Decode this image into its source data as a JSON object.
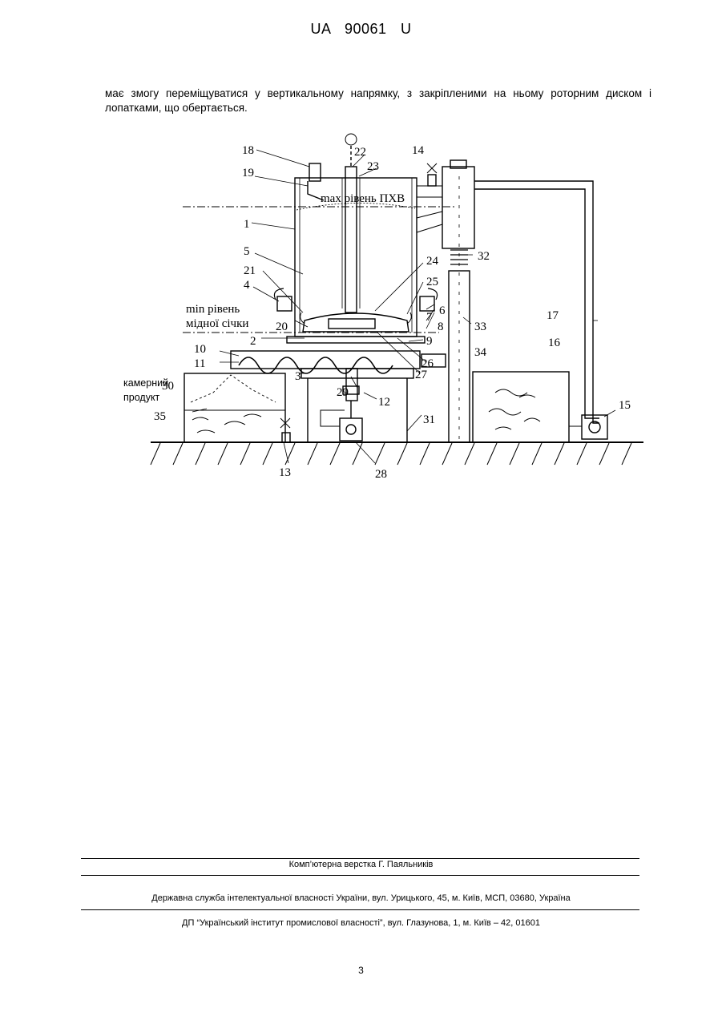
{
  "header": {
    "doc_number": "UA   90061   U"
  },
  "body_text": "має змогу переміщуватися у вертикальному напрямку, з закріпленими на ньому роторним диском і лопатками, що обертається.",
  "figure": {
    "max_level_label": "max рівень ПХВ",
    "min_level_line1": "min рівень",
    "min_level_line2": "мідної січки",
    "chamber_product_line1": "камерний",
    "chamber_product_line2": "продукт",
    "callouts": {
      "n1": "1",
      "n2": "2",
      "n3": "3",
      "n4": "4",
      "n5": "5",
      "n6": "6",
      "n7": "7",
      "n8": "8",
      "n9": "9",
      "n10": "10",
      "n11": "11",
      "n12": "12",
      "n13": "13",
      "n14": "14",
      "n15": "15",
      "n16": "16",
      "n17": "17",
      "n18": "18",
      "n19": "19",
      "n20": "20",
      "n21": "21",
      "n22": "22",
      "n23": "23",
      "n24": "24",
      "n25": "25",
      "n26": "26",
      "n27": "27",
      "n28": "28",
      "n29": "29",
      "n30": "30",
      "n31": "31",
      "n32": "32",
      "n33": "33",
      "n34": "34",
      "n35": "35"
    }
  },
  "footer": {
    "layout_credit": "Комп’ютерна верстка Г. Паяльників",
    "service_address": "Державна служба інтелектуальної власності України, вул. Урицького, 45, м. Київ, МСП, 03680, Україна",
    "institute_address": "ДП “Український інститут промислової власності”, вул. Глазунова, 1, м. Київ – 42, 01601"
  },
  "page_number": "3"
}
